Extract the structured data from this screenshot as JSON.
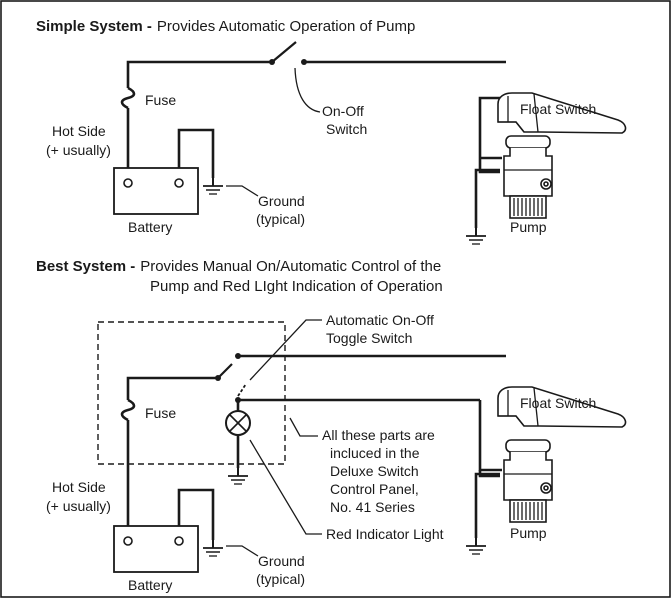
{
  "simple_system": {
    "title_bold": "Simple System -",
    "title_rest": "Provides Automatic Operation of Pump",
    "labels": {
      "fuse": "Fuse",
      "on_off_1": "On-Off",
      "on_off_2": "Switch",
      "float_switch": "Float Switch",
      "hot_side_1": "Hot Side",
      "hot_side_2": "(+ usually)",
      "ground_1": "Ground",
      "ground_2": "(typical)",
      "battery": "Battery",
      "pump": "Pump"
    }
  },
  "best_system": {
    "title_bold": "Best System -",
    "title_line1": "Provides Manual On/Automatic Control of the",
    "title_line2": "Pump and Red LIght Indication of Operation",
    "labels": {
      "toggle_1": "Automatic On-Off",
      "toggle_2": "Toggle Switch",
      "float_switch": "Float Switch",
      "fuse": "Fuse",
      "panel_1": "All these parts are",
      "panel_2": "incluced in the",
      "panel_3": "Deluxe Switch",
      "panel_4": "Control Panel,",
      "panel_5": "No. 41 Series",
      "hot_side_1": "Hot Side",
      "hot_side_2": "(+ usually)",
      "red_light": "Red Indicator Light",
      "pump": "Pump",
      "ground_1": "Ground",
      "ground_2": "(typical)",
      "battery": "Battery"
    }
  }
}
